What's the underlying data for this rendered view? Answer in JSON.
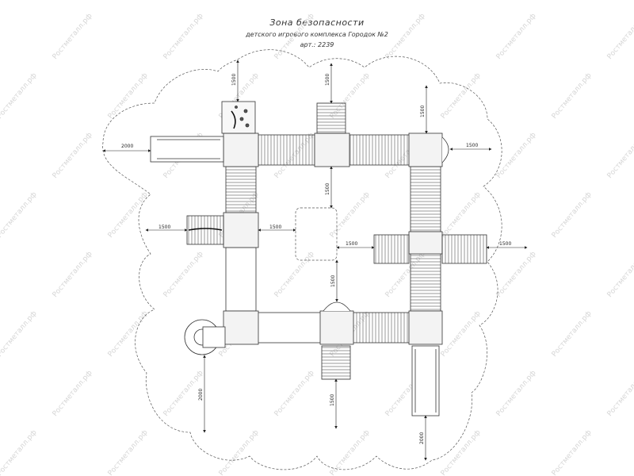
{
  "title": {
    "line1": "Зона безопасности",
    "line2": "детского игрового комплекса Городок №2",
    "line3": "арт.: 2239"
  },
  "dimensions": {
    "top_left_slide": "2000",
    "top_climb": "1500",
    "top_ladder": "1500",
    "top_right": "1500",
    "right_top": "1500",
    "left_middle": "1500",
    "center_left": "1500",
    "center_vertical": "1500",
    "center_right": "1500",
    "right_middle": "1500",
    "center_lower": "1500",
    "bottom_spiral": "2000",
    "bottom_ladder": "1500",
    "bottom_slide": "2000"
  },
  "watermark": "Ростметалл.рф",
  "colors": {
    "line": "#333333",
    "zone": "#555555",
    "platform_fill": "#f3f3f3",
    "watermark": "#d6d6d6"
  }
}
